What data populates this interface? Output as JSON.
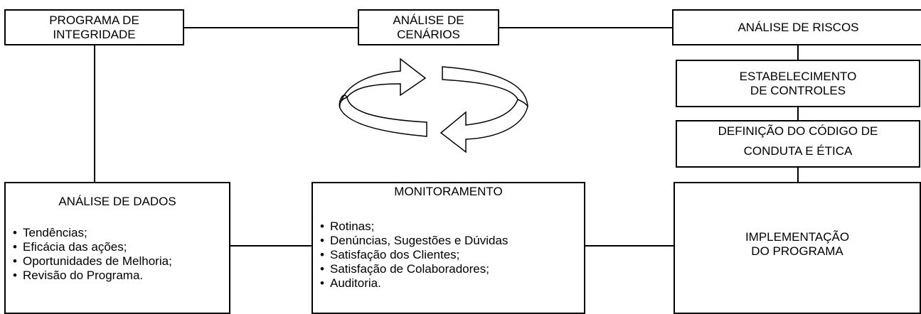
{
  "programa": {
    "line1": "PROGRAMA DE",
    "line2": "INTEGRIDADE"
  },
  "cenarios": {
    "line1": "ANÁLISE DE",
    "line2": "CENÁRIOS"
  },
  "riscos": {
    "title": "ANÁLISE DE RISCOS"
  },
  "controles": {
    "line1": "ESTABELECIMENTO",
    "line2": "DE CONTROLES"
  },
  "codigo": {
    "line1": "DEFINIÇÃO DO CÓDIGO DE",
    "line2": "CONDUTA E ÉTICA"
  },
  "dados": {
    "title": "ANÁLISE DE DADOS",
    "items": [
      "Tendências;",
      "Eficácia das ações;",
      "Oportunidades de Melhoria;",
      "Revisão do Programa."
    ]
  },
  "monitoramento": {
    "title": "MONITORAMENTO",
    "items": [
      "Rotinas;",
      "Denúncias, Sugestões e Dúvidas",
      "Satisfação dos Clientes;",
      "Satisfação de Colaboradores;",
      "Auditoria."
    ]
  },
  "implementacao": {
    "line1": "IMPLEMENTAÇÃO",
    "line2": "DO PROGRAMA"
  }
}
